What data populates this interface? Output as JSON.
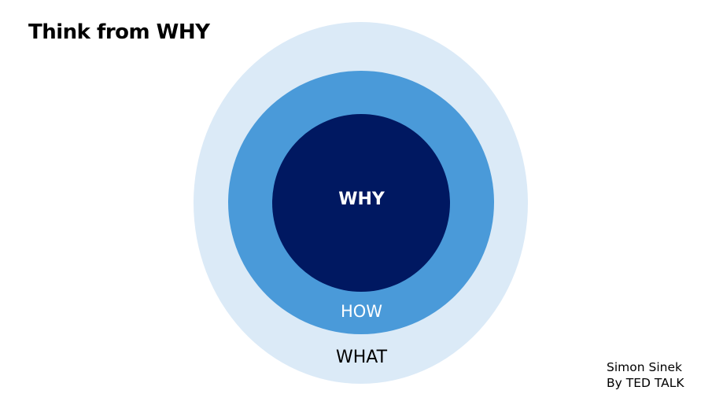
{
  "title": "Think from WHY",
  "rings": {
    "outer": {
      "label": "WHAT",
      "color": "#dbeaf7",
      "text_color": "#000000"
    },
    "middle": {
      "label": "HOW",
      "color": "#4a9ad9",
      "text_color": "#ffffff"
    },
    "inner": {
      "label": "WHY",
      "color": "#001861",
      "text_color": "#ffffff"
    }
  },
  "credit": {
    "line1": "Simon Sinek",
    "line2": "By TED TALK"
  }
}
